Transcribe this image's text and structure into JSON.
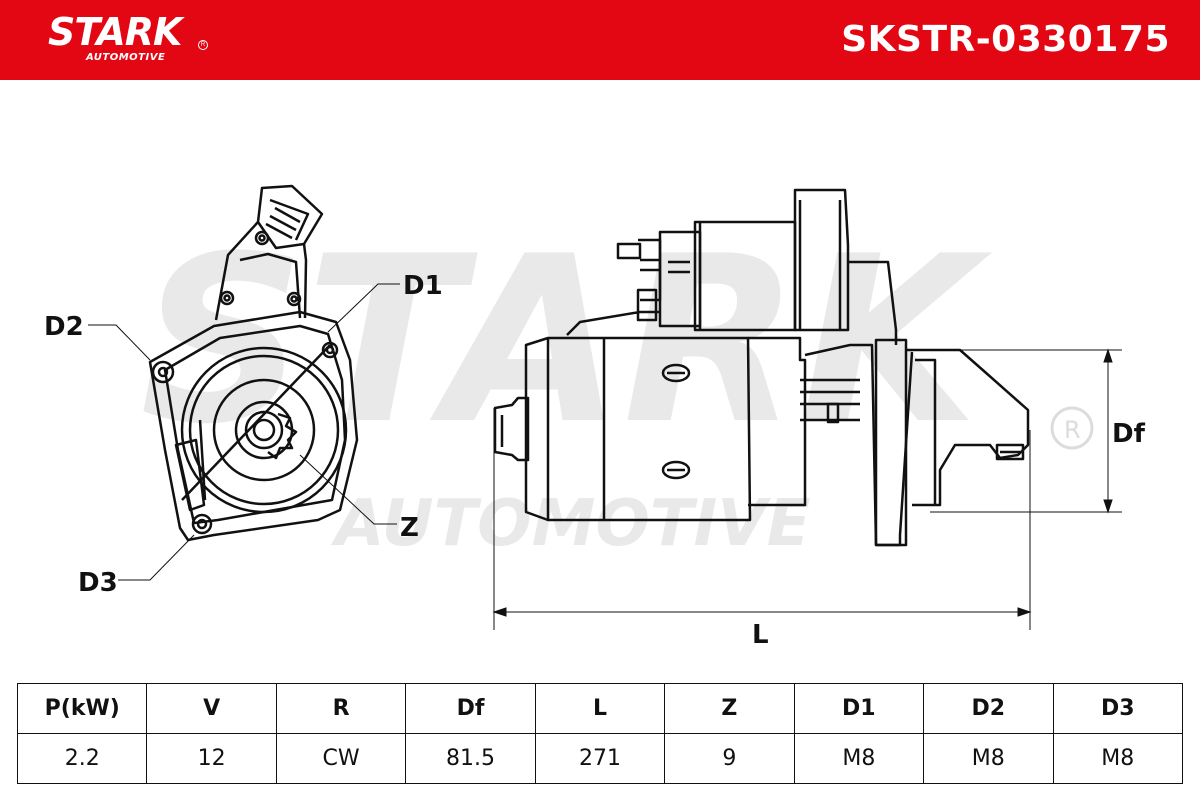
{
  "brand": {
    "name": "STARK",
    "subtitle": "AUTOMOTIVE"
  },
  "part_code": "SKSTR-0330175",
  "watermark": {
    "line1": "STARK",
    "line2": "AUTOMOTIVE"
  },
  "labels": {
    "d1": "D1",
    "d2": "D2",
    "d3": "D3",
    "z": "Z",
    "df": "Df",
    "l": "L"
  },
  "specs": {
    "headers": [
      "P(kW)",
      "V",
      "R",
      "Df",
      "L",
      "Z",
      "D1",
      "D2",
      "D3"
    ],
    "values": [
      "2.2",
      "12",
      "CW",
      "81.5",
      "271",
      "9",
      "M8",
      "M8",
      "M8"
    ]
  },
  "colors": {
    "brand_red": "#e30613",
    "line": "#111111",
    "watermark": "#e6e6e6"
  }
}
